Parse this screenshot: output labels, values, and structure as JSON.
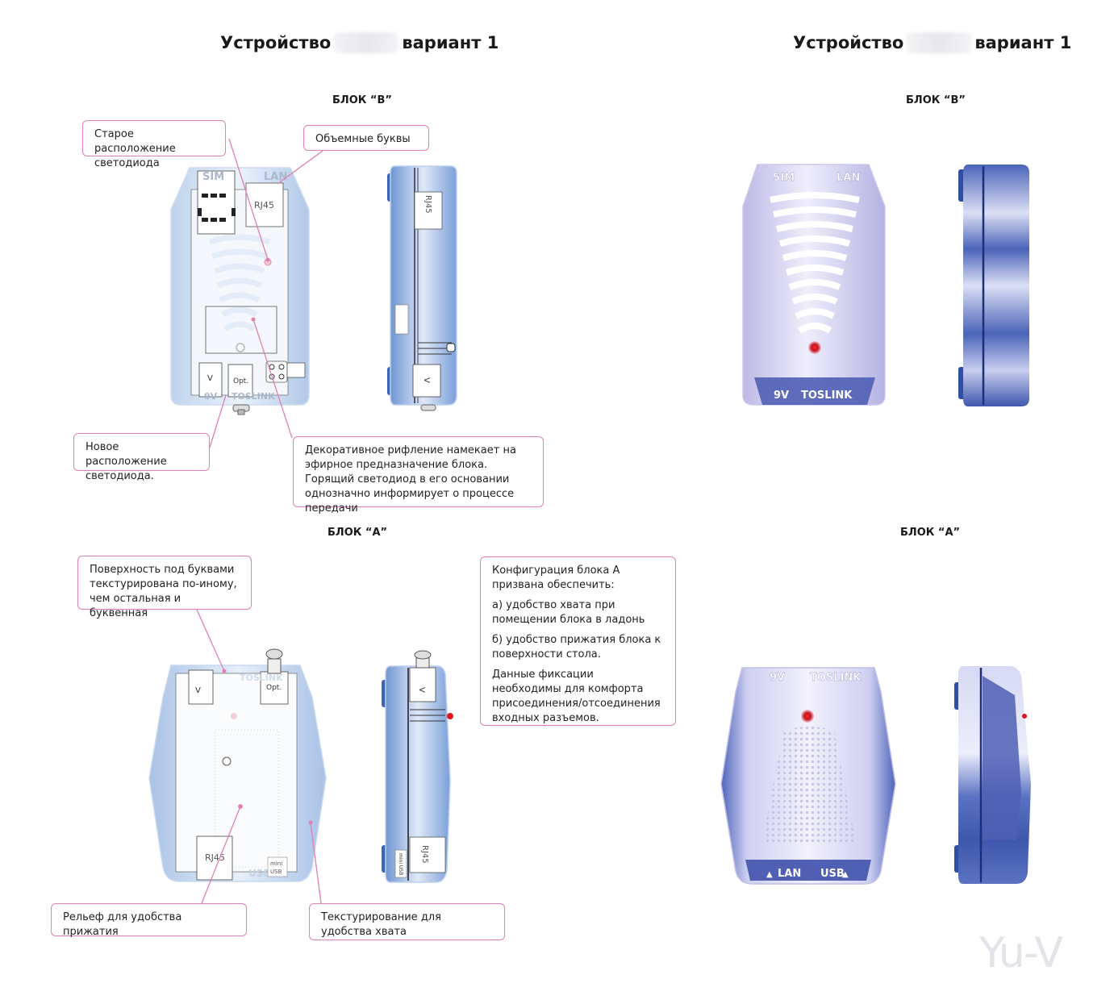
{
  "titles": {
    "left_prefix": "Устройство",
    "left_suffix": "вариант 1",
    "right_prefix": "Устройство",
    "right_suffix": "вариант 1"
  },
  "sections": {
    "block_b_left": "БЛОК “В”",
    "block_b_right": "БЛОК “В”",
    "block_a_left": "БЛОК “А”",
    "block_a_right": "БЛОК “А”"
  },
  "callouts": {
    "old_led": "Старое расположение светодиода",
    "volume_letters": "Объемные буквы",
    "new_led": "Новое расположение светодиода.",
    "ribbing": "Декоративное рифление намекает на эфирное предназначение блока.  Горящий светодиод в его основании однозначно информирует о процессе передачи",
    "surface_under_letters": "Поверхность под буквами текстурирована по-иному, чем остальная и буквенная",
    "config_p1": "Конфигурация блока А призвана обеспечить:",
    "config_p2": "а) удобство хвата при помещении блока в ладонь",
    "config_p3": "б) удобство прижатия блока к поверхности стола.",
    "config_p4": "Данные фиксации необходимы для комфорта присоединения/отсоединения входных разъемов.",
    "relief": "Рельеф для удобства прижатия",
    "texturing": "Текстурирование для удобства хвата"
  },
  "device_labels": {
    "sim": "SIM",
    "lan": "LAN",
    "rj45": "RJ45",
    "v": "V",
    "opt": "Opt.",
    "v9": "9V",
    "toslink": "TOSLINK",
    "usb": "USB",
    "mini": "mini",
    "usb_small": "USB",
    "mini_usb": "mini USB"
  },
  "watermark": "Yu-V",
  "colors": {
    "callout_border": "#e07fb8",
    "device_light": "#cfe0f4",
    "device_blue": "#3a5fb0",
    "device_lilac": "#d8d6f2",
    "led_red": "#e0141e"
  }
}
